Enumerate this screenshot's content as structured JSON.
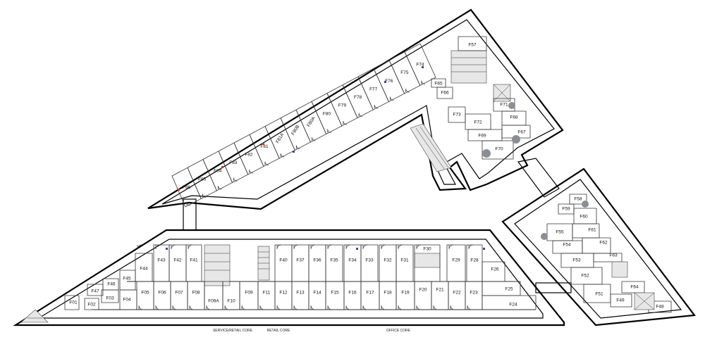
{
  "lower_wing": {
    "top_row": [
      "F44",
      "F43",
      "F42",
      "F41",
      "F40",
      "F37",
      "F36",
      "F35",
      "F34",
      "F33",
      "F32",
      "F31",
      "F30",
      "F29",
      "F28"
    ],
    "bottom_row": [
      "F05",
      "F06",
      "F07",
      "F08",
      "F09A",
      "F10",
      "F09",
      "F11",
      "F12",
      "F13",
      "F14",
      "F15",
      "F16",
      "F17",
      "F18",
      "F19",
      "F20",
      "F21",
      "F22",
      "F23"
    ],
    "west_rooms": [
      "F01",
      "F02",
      "F03",
      "F04",
      "F45",
      "F46",
      "F47"
    ],
    "east_rooms": [
      "F26",
      "F25",
      "F24"
    ]
  },
  "upper_wing": {
    "rooms": [
      "F86",
      "F85",
      "F84",
      "F83",
      "F82",
      "F81",
      "F81A",
      "F80B",
      "F80A",
      "F80",
      "F79",
      "F78",
      "F77",
      "F76",
      "F75",
      "F74"
    ]
  },
  "northeast_block": {
    "rooms": [
      "F57",
      "F65",
      "F66",
      "F73",
      "F71",
      "F72",
      "F68",
      "F69",
      "F67",
      "F70"
    ]
  },
  "east_block": {
    "rooms": [
      "F59",
      "F58",
      "F60",
      "F55",
      "F61",
      "F54",
      "F62",
      "F53",
      "F63",
      "F52",
      "F51",
      "F64",
      "F49",
      "F48"
    ]
  },
  "core_labels": {
    "service_retail": "SERVICE/RETAIL CORE",
    "retail": "RETAIL CORE",
    "office": "OFFICE CORE"
  }
}
